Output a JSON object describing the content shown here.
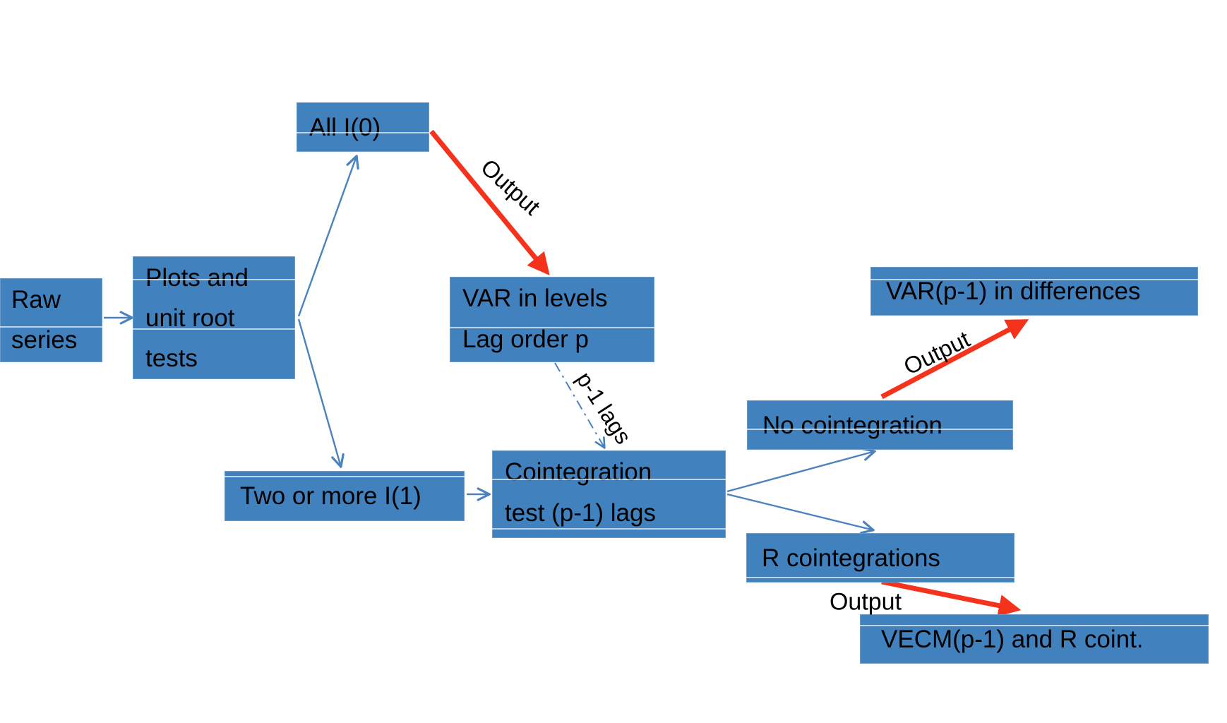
{
  "diagram": {
    "title": "VAR / VECM cointegration testing flowchart",
    "boxes": {
      "raw_series": {
        "lines": [
          "Raw",
          "series"
        ]
      },
      "plots": {
        "lines": [
          "Plots and",
          "unit root",
          "tests"
        ]
      },
      "all_i0": {
        "lines": [
          "All I(0)"
        ]
      },
      "var_levels": {
        "lines": [
          "VAR in levels",
          "Lag order p"
        ]
      },
      "two_or_more": {
        "lines": [
          "Two or more I(1)"
        ]
      },
      "coint_test": {
        "lines": [
          "Cointegration",
          "test (p-1) lags"
        ]
      },
      "no_coint": {
        "lines": [
          "No cointegration"
        ]
      },
      "r_coint": {
        "lines": [
          "R cointegrations"
        ]
      },
      "var_diff": {
        "lines": [
          "VAR(p-1) in differences"
        ]
      },
      "vecm": {
        "lines": [
          "VECM(p-1) and R coint."
        ]
      }
    },
    "arrow_labels": {
      "output_top": "Output",
      "p1_lags": "p-1 lags",
      "output_right": "Output",
      "output_bottom": "Output"
    },
    "colors": {
      "box_fill": "#4181bd",
      "arrow_blue": "#4a82be",
      "arrow_red": "#f5321c",
      "text": "#000000",
      "background": "#ffffff"
    }
  }
}
